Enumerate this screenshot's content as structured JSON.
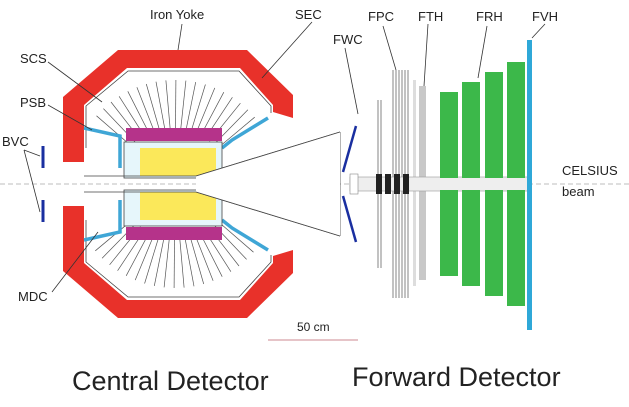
{
  "labels": {
    "iron_yoke": "Iron Yoke",
    "sec": "SEC",
    "scs": "SCS",
    "psb": "PSB",
    "bvc": "BVC",
    "mdc": "MDC",
    "fwc": "FWC",
    "fpc": "FPC",
    "fth": "FTH",
    "frh": "FRH",
    "fvh": "FVH",
    "celsius": "CELSIUS",
    "beam": "beam",
    "scale": "50 cm"
  },
  "section_titles": {
    "central": "Central Detector",
    "forward": "Forward Detector"
  },
  "colors": {
    "iron_yoke": "#e8312a",
    "solenoid": "#b5338a",
    "target_core": "#fbe85a",
    "psb": "#3fa6d6",
    "bvc": "#1a2fa0",
    "frh": "#3cb84a",
    "fvh": "#2fa8d8",
    "fth": "#c8c8c8",
    "beam_line": "#bbbbbb",
    "scale_bar": "#d8a0a8"
  }
}
